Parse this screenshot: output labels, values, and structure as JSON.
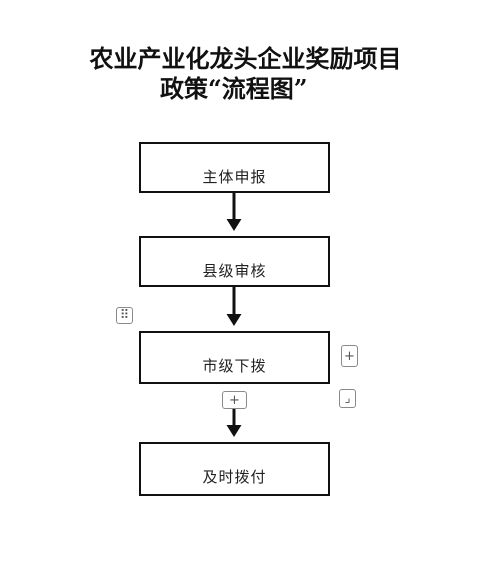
{
  "title": {
    "line1": "农业产业化龙头企业奖励项目",
    "line2": "政策“流程图”"
  },
  "steps": [
    {
      "label": "主体申报"
    },
    {
      "label": "县级审核"
    },
    {
      "label": "市级下拨"
    },
    {
      "label": "及时拨付"
    }
  ],
  "controls": {
    "handle_icon": "⠿",
    "add_right_icon": "+",
    "add_below_icon": "+",
    "resize_icon": "⌟"
  }
}
